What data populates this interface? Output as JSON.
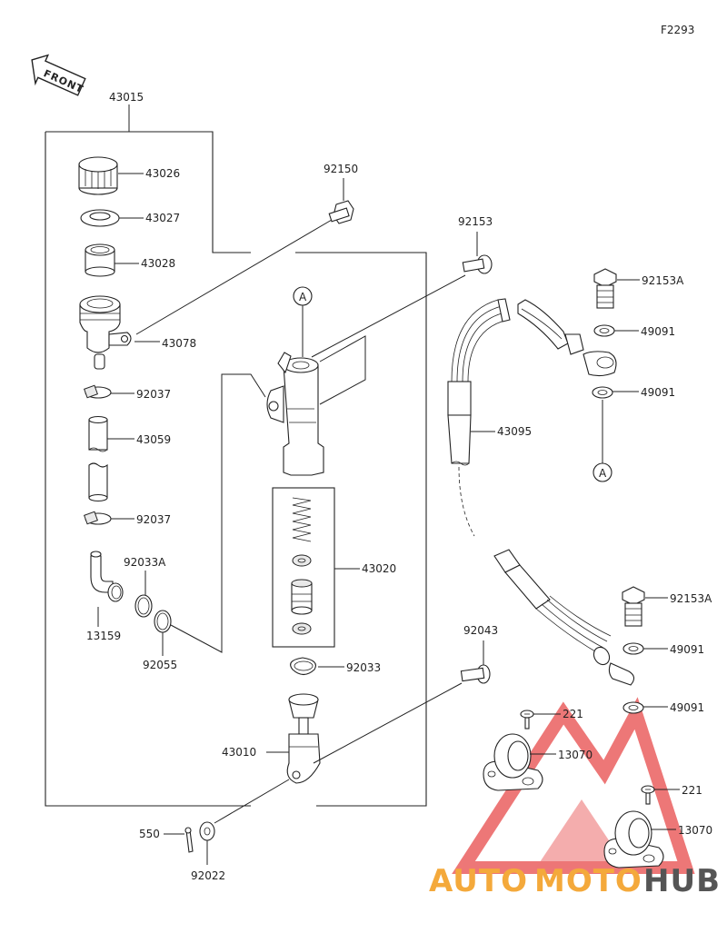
{
  "figure_code": "F2293",
  "front_label": "FRONT",
  "callout_letter": "A",
  "watermark": {
    "word_auto": "AUTO",
    "word_moto": "MOTO",
    "word_hub": "HUB",
    "color_auto": "#f4a93b",
    "color_moto": "#f4a93b",
    "color_hub": "#555555",
    "triangle_color": "#e84a4a"
  },
  "part_labels": {
    "p43015": "43015",
    "p43026": "43026",
    "p43027": "43027",
    "p43028": "43028",
    "p43078": "43078",
    "p92037a": "92037",
    "p43059": "43059",
    "p92037b": "92037",
    "p92033A": "92033A",
    "p13159": "13159",
    "p92055": "92055",
    "p92150": "92150",
    "p92153": "92153",
    "p43020": "43020",
    "p92033": "92033",
    "p43010": "43010",
    "p92043": "92043",
    "p550": "550",
    "p92022": "92022",
    "p43095": "43095",
    "p92153A_top": "92153A",
    "p49091_a": "49091",
    "p49091_b": "49091",
    "p92153A_bot": "92153A",
    "p49091_c": "49091",
    "p49091_d": "49091",
    "p221_a": "221",
    "p13070_a": "13070",
    "p221_b": "221",
    "p13070_b": "13070"
  }
}
